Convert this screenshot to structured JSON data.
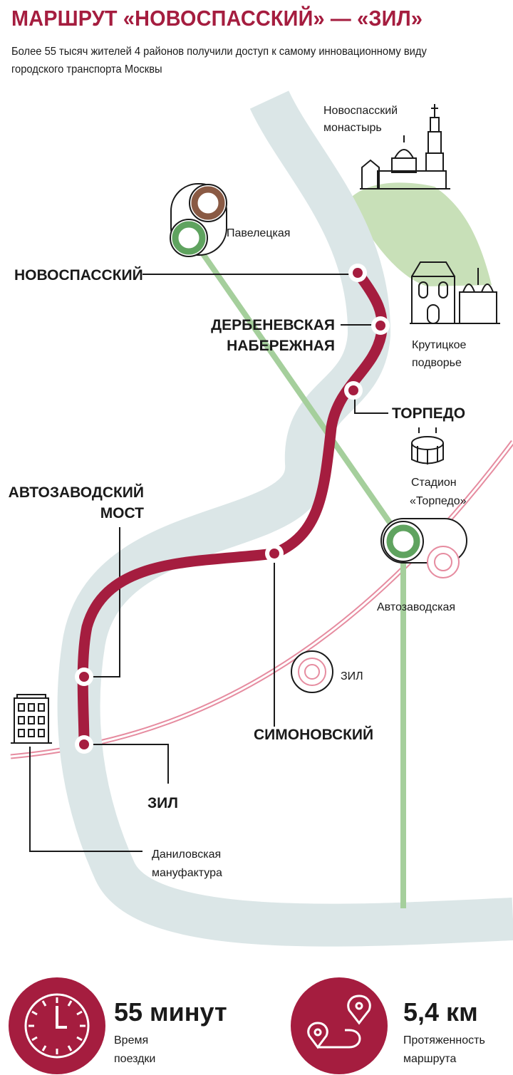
{
  "header": {
    "title": "МАРШРУТ «НОВОСПАССКИЙ» — «ЗИЛ»",
    "subtitle": "Более 55 тысяч жителей 4 районов получили доступ к самому инновационному виду городского транспорта Москвы"
  },
  "stops": {
    "novospassky": "НОВОСПАССКИЙ",
    "derbenevskaya_1": "ДЕРБЕНЕВСКАЯ",
    "derbenevskaya_2": "НАБЕРЕЖНАЯ",
    "torpedo": "ТОРПЕДО",
    "avtozavodsky_1": "АВТОЗАВОДСКИЙ",
    "avtozavodsky_2": "МОСТ",
    "simonovsky": "СИМОНОВСКИЙ",
    "zil": "ЗИЛ"
  },
  "landmarks": {
    "monastery_1": "Новоспасский",
    "monastery_2": "монастырь",
    "krutitskoe_1": "Крутицкое",
    "krutitskoe_2": "подворье",
    "stadium_1": "Стадион",
    "stadium_2": "«Торпедо»",
    "danilovskaya_1": "Даниловская",
    "danilovskaya_2": "мануфактура"
  },
  "metro": {
    "paveletskaya": "Павелецкая",
    "avtozavodskaya": "Автозаводская",
    "mcc_zil": "ЗИЛ"
  },
  "stats": {
    "time_value": "55 минут",
    "time_label_1": "Время",
    "time_label_2": "поездки",
    "length_value": "5,4 км",
    "length_label_1": "Протяженность",
    "length_label_2": "маршрута"
  },
  "icons": {
    "clock": "clock-icon",
    "route": "route-pins-icon",
    "monastery": "monastery-icon",
    "krutitskoe": "krutitskoe-icon",
    "stadium": "stadium-icon",
    "factory": "factory-building-icon"
  },
  "colors": {
    "route": "#a51d3f",
    "river": "#dbe6e7",
    "park": "#c8e0b8",
    "metro_green": "#5fa35f",
    "metro_brown": "#8a5a44",
    "mcc_pink": "#e68ca0",
    "title": "#a51d3f"
  }
}
